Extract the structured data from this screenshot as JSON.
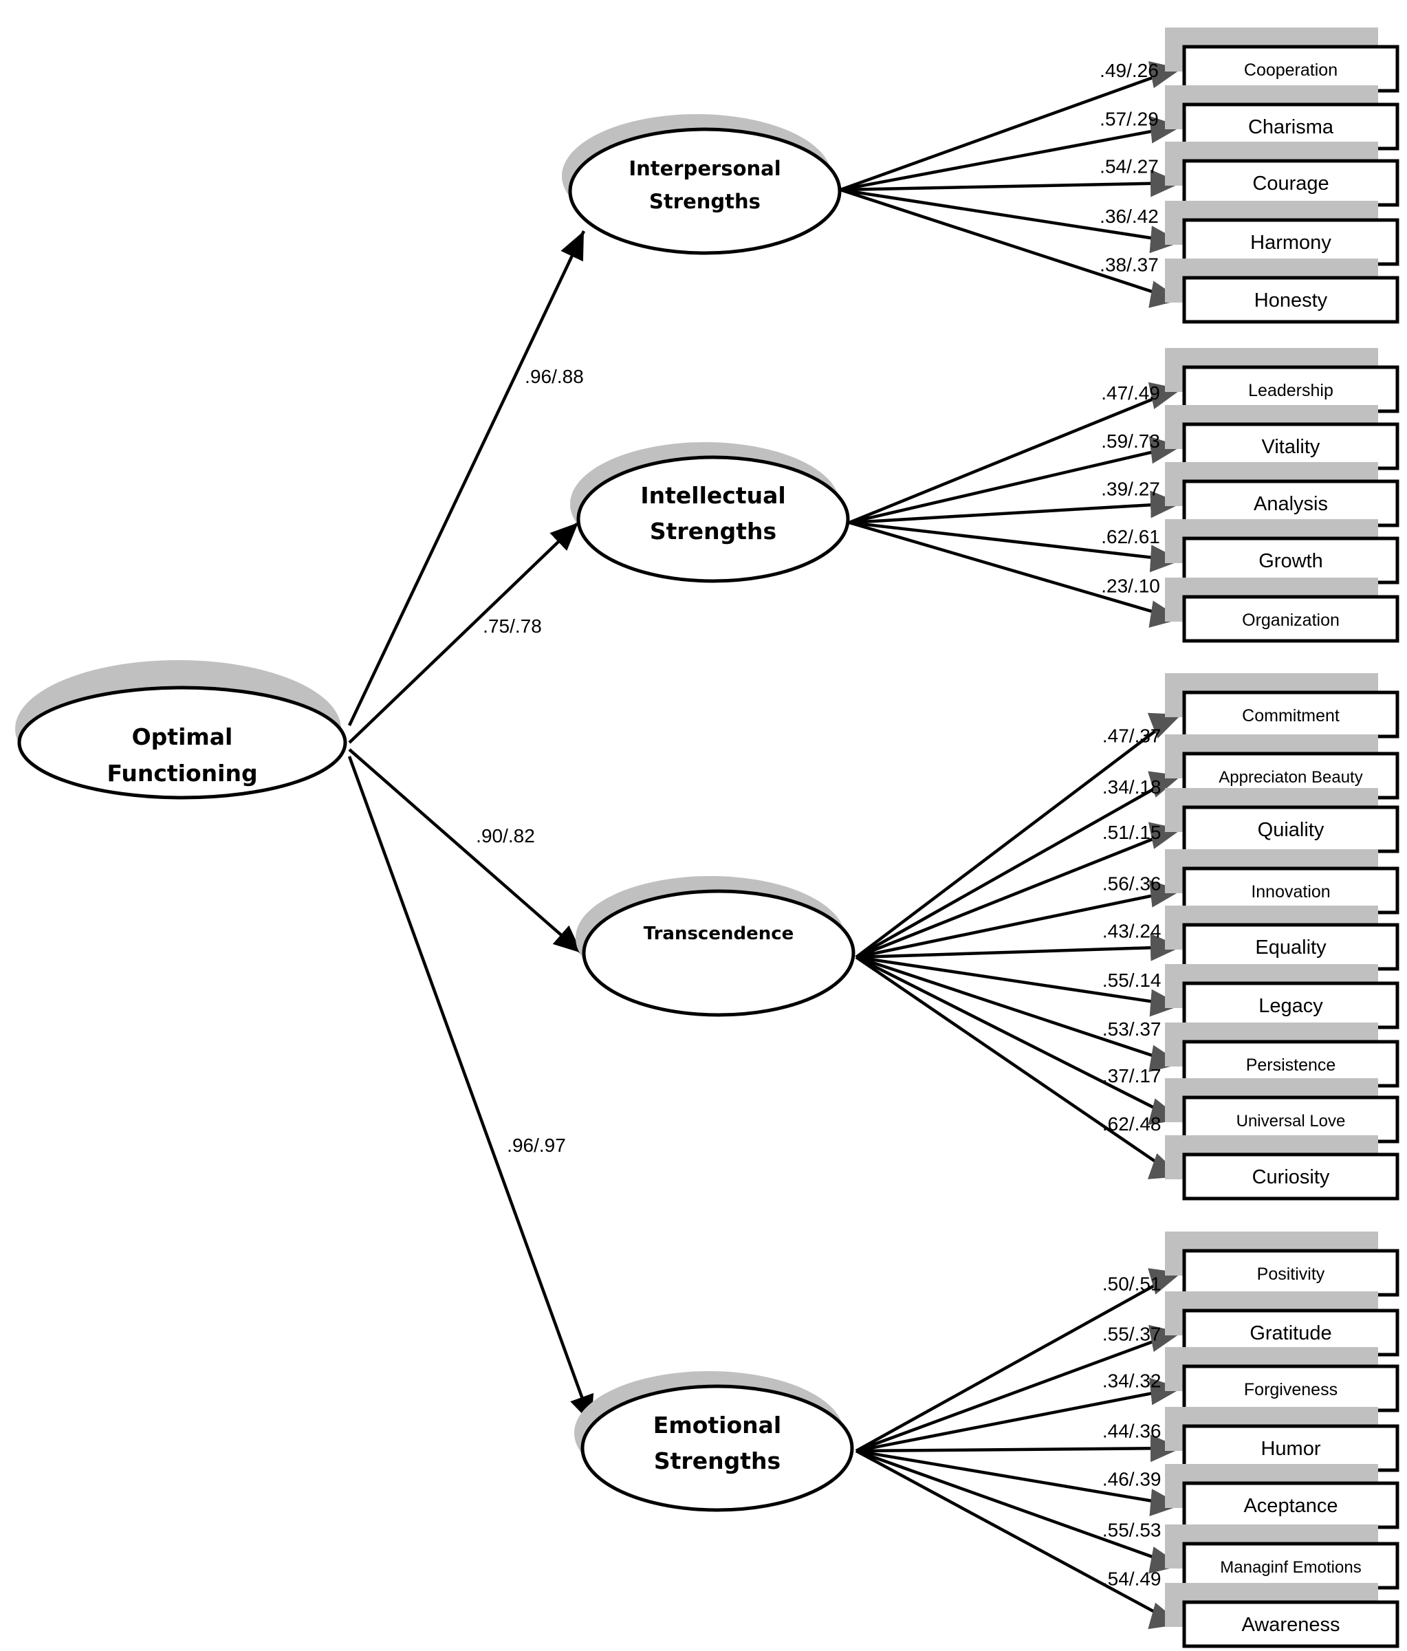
{
  "root": {
    "id": "optimal",
    "lines": [
      "Optimal",
      "Functioning"
    ]
  },
  "factors": [
    {
      "id": "interpersonal",
      "lines": [
        "Interpersonal",
        "Strengths"
      ],
      "path_label": ".96/.88",
      "indicators": [
        {
          "label": "Cooperation",
          "loading": ".49/.26"
        },
        {
          "label": "Charisma",
          "loading": ".57/.29"
        },
        {
          "label": "Courage",
          "loading": ".54/.27"
        },
        {
          "label": "Harmony",
          "loading": ".36/.42"
        },
        {
          "label": "Honesty",
          "loading": ".38/.37"
        }
      ]
    },
    {
      "id": "intellectual",
      "lines": [
        "Intellectual",
        "Strengths"
      ],
      "path_label": ".75/.78",
      "indicators": [
        {
          "label": "Leadership",
          "loading": ".47/.49"
        },
        {
          "label": "Vitality",
          "loading": ".59/.73"
        },
        {
          "label": "Analysis",
          "loading": ".39/.27"
        },
        {
          "label": "Growth",
          "loading": ".62/.61"
        },
        {
          "label": "Organization",
          "loading": ".23/.10"
        }
      ]
    },
    {
      "id": "transcendence",
      "lines": [
        "Transcendence"
      ],
      "path_label": ".90/.82",
      "indicators": [
        {
          "label": "Commitment",
          "loading": ".47/.37"
        },
        {
          "label": "Appreciaton Beauty",
          "loading": ".34/.18"
        },
        {
          "label": "Quiality",
          "loading": ".51/.15"
        },
        {
          "label": "Innovation",
          "loading": ".56/.36"
        },
        {
          "label": "Equality",
          "loading": ".43/.24"
        },
        {
          "label": "Legacy",
          "loading": ".55/.14"
        },
        {
          "label": "Persistence",
          "loading": ".53/.37"
        },
        {
          "label": "Universal Love",
          "loading": ".37/.17"
        },
        {
          "label": "Curiosity",
          "loading": ".62/.48"
        }
      ]
    },
    {
      "id": "emotional",
      "lines": [
        "Emotional",
        "Strengths"
      ],
      "path_label": ".96/.97",
      "indicators": [
        {
          "label": "Positivity",
          "loading": ".50/.51"
        },
        {
          "label": "Gratitude",
          "loading": ".55/.37"
        },
        {
          "label": "Forgiveness",
          "loading": ".34/.32"
        },
        {
          "label": "Humor",
          "loading": ".44/.36"
        },
        {
          "label": "Aceptance",
          "loading": ".46/.39"
        },
        {
          "label": "Managinf Emotions",
          "loading": ".55/.53"
        },
        {
          "label": "Awareness",
          "loading": ".54/.49"
        }
      ]
    }
  ],
  "colors": {
    "line": "#000000",
    "shadow": "#c0c0c0",
    "indicator_arrow": "#555555"
  }
}
